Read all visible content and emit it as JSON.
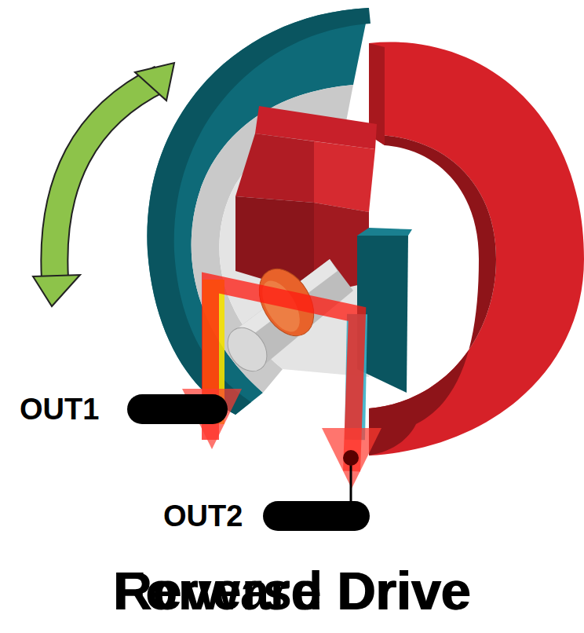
{
  "diagram": {
    "title": "Reverse Drive",
    "labels": [
      "OUT1",
      "OUT2",
      "Forward Drive"
    ]
  }
}
